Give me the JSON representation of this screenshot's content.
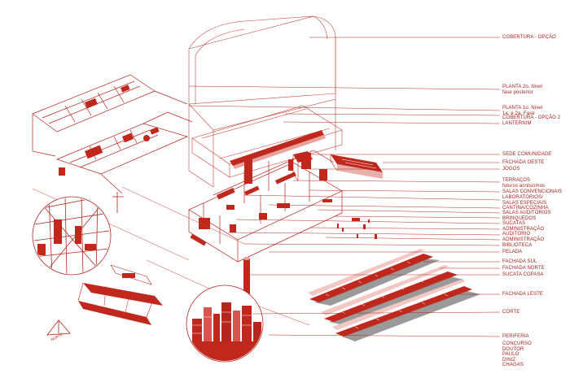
{
  "diagram": {
    "line_color": "#b3271f",
    "fill_color": "#c0281e",
    "shadow_color": "#9a9a9a",
    "background": "#ffffff",
    "north_label": "NORTE",
    "labels": [
      {
        "key": "cobertura_opcao",
        "text": "COBERTURA - OPÇÃO"
      },
      {
        "key": "planta_2",
        "text": "PLANTA 2o. Nivel\nfase posterior"
      },
      {
        "key": "planta_1",
        "text": "PLANTA 1o. Nivel\n1a. e 2a. Fase"
      },
      {
        "key": "cobertura_opcao_2",
        "text": "COBERTURA - OPÇÃO 2"
      },
      {
        "key": "lanternim",
        "text": "LANTERNIM"
      },
      {
        "key": "sede_comunidade",
        "text": "SEDE COMUNIDADE"
      },
      {
        "key": "fachada_oeste",
        "text": "FACHADA OESTE"
      },
      {
        "key": "jogos",
        "text": "JOGOS"
      },
      {
        "key": "terracos",
        "text": "TERRAÇOS\nfuturos acréscimos"
      },
      {
        "key": "salas_convencionais",
        "text": "SALAS CONVENCIONAIS"
      },
      {
        "key": "laboratorios",
        "text": "LABORATÓRIOS/\nSALAS ESPECIAIS"
      },
      {
        "key": "cantina",
        "text": "CANTINA/COZINHA"
      },
      {
        "key": "salas_auditorios",
        "text": "SALAS AUDITÓRIOS"
      },
      {
        "key": "brinquedos",
        "text": "BRINQUEDOS"
      },
      {
        "key": "sucatas",
        "text": "SUCATAS"
      },
      {
        "key": "administracao_1",
        "text": "ADMINISTRAÇÃO"
      },
      {
        "key": "auditorio",
        "text": "AUDITÓRIO"
      },
      {
        "key": "administracao_2",
        "text": "ADMINISTRAÇÃO"
      },
      {
        "key": "biblioteca",
        "text": "BIBLIOTECA"
      },
      {
        "key": "pelada",
        "text": "PELADA"
      },
      {
        "key": "fachada_sul",
        "text": "FACHADA SUL"
      },
      {
        "key": "fachada_norte",
        "text": "FACHADA NORTE"
      },
      {
        "key": "sucata_copasa",
        "text": "SUCATA COPASA"
      },
      {
        "key": "fachada_leste",
        "text": "FACHADA LESTE"
      },
      {
        "key": "corte",
        "text": "CORTE"
      },
      {
        "key": "periferia",
        "text": "PERIFERIA"
      },
      {
        "key": "concurso",
        "text": "CONCURSO\nDOUTOR\nPAULO\nDINIZ\nCHAGAS"
      }
    ]
  }
}
